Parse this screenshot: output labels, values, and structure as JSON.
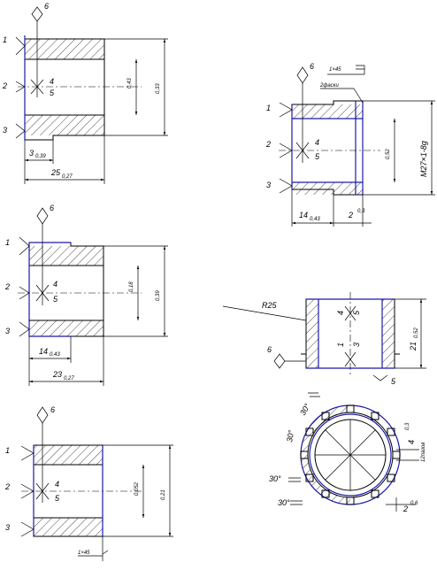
{
  "diagrams": [
    {
      "id": "op1",
      "base_numbers": [
        "1",
        "2",
        "3",
        "4",
        "5",
        "6"
      ],
      "dims": {
        "len": "25",
        "len_tol": "0,27",
        "step": "3",
        "step_tol": "0,39",
        "bore_tol": "0,43",
        "outer_tol": "0,33"
      }
    },
    {
      "id": "op2",
      "base_numbers": [
        "1",
        "2",
        "3",
        "4",
        "5",
        "6"
      ],
      "dims": {
        "len": "23",
        "len_tol": "0,27",
        "step": "14",
        "step_tol": "0,43",
        "bore_tol": "0,18",
        "outer_tol": "0,39"
      }
    },
    {
      "id": "op3",
      "base_numbers": [
        "1",
        "2",
        "3",
        "4",
        "5",
        "6"
      ],
      "dims": {
        "bore_tol": "0,052",
        "outer_tol": "0,21",
        "chamfer": "1×45"
      }
    },
    {
      "id": "op4",
      "base_numbers": [
        "1",
        "2",
        "3",
        "4",
        "5",
        "6"
      ],
      "dims": {
        "chamfer": "1×45",
        "chamfer_note": "2фаски",
        "step": "14",
        "step_tol": "0,43",
        "groove": "2",
        "groove_tol": "0,3",
        "bore_tol": "0,52",
        "thread": "M27×1-8g"
      }
    },
    {
      "id": "op5",
      "base_numbers": [
        "1",
        "3",
        "4",
        "5",
        "6"
      ],
      "dims": {
        "radius": "R25",
        "height": "21",
        "height_tol": "0,52"
      }
    },
    {
      "id": "op6",
      "dims": {
        "angle": "30°",
        "slot": "4",
        "slot_tol": "0,3",
        "slot_note": "12пазов",
        "depth": "2",
        "depth_tol": "0,6"
      }
    }
  ],
  "colors": {
    "line": "#000000",
    "machined_surface": "#1a1aa8"
  }
}
